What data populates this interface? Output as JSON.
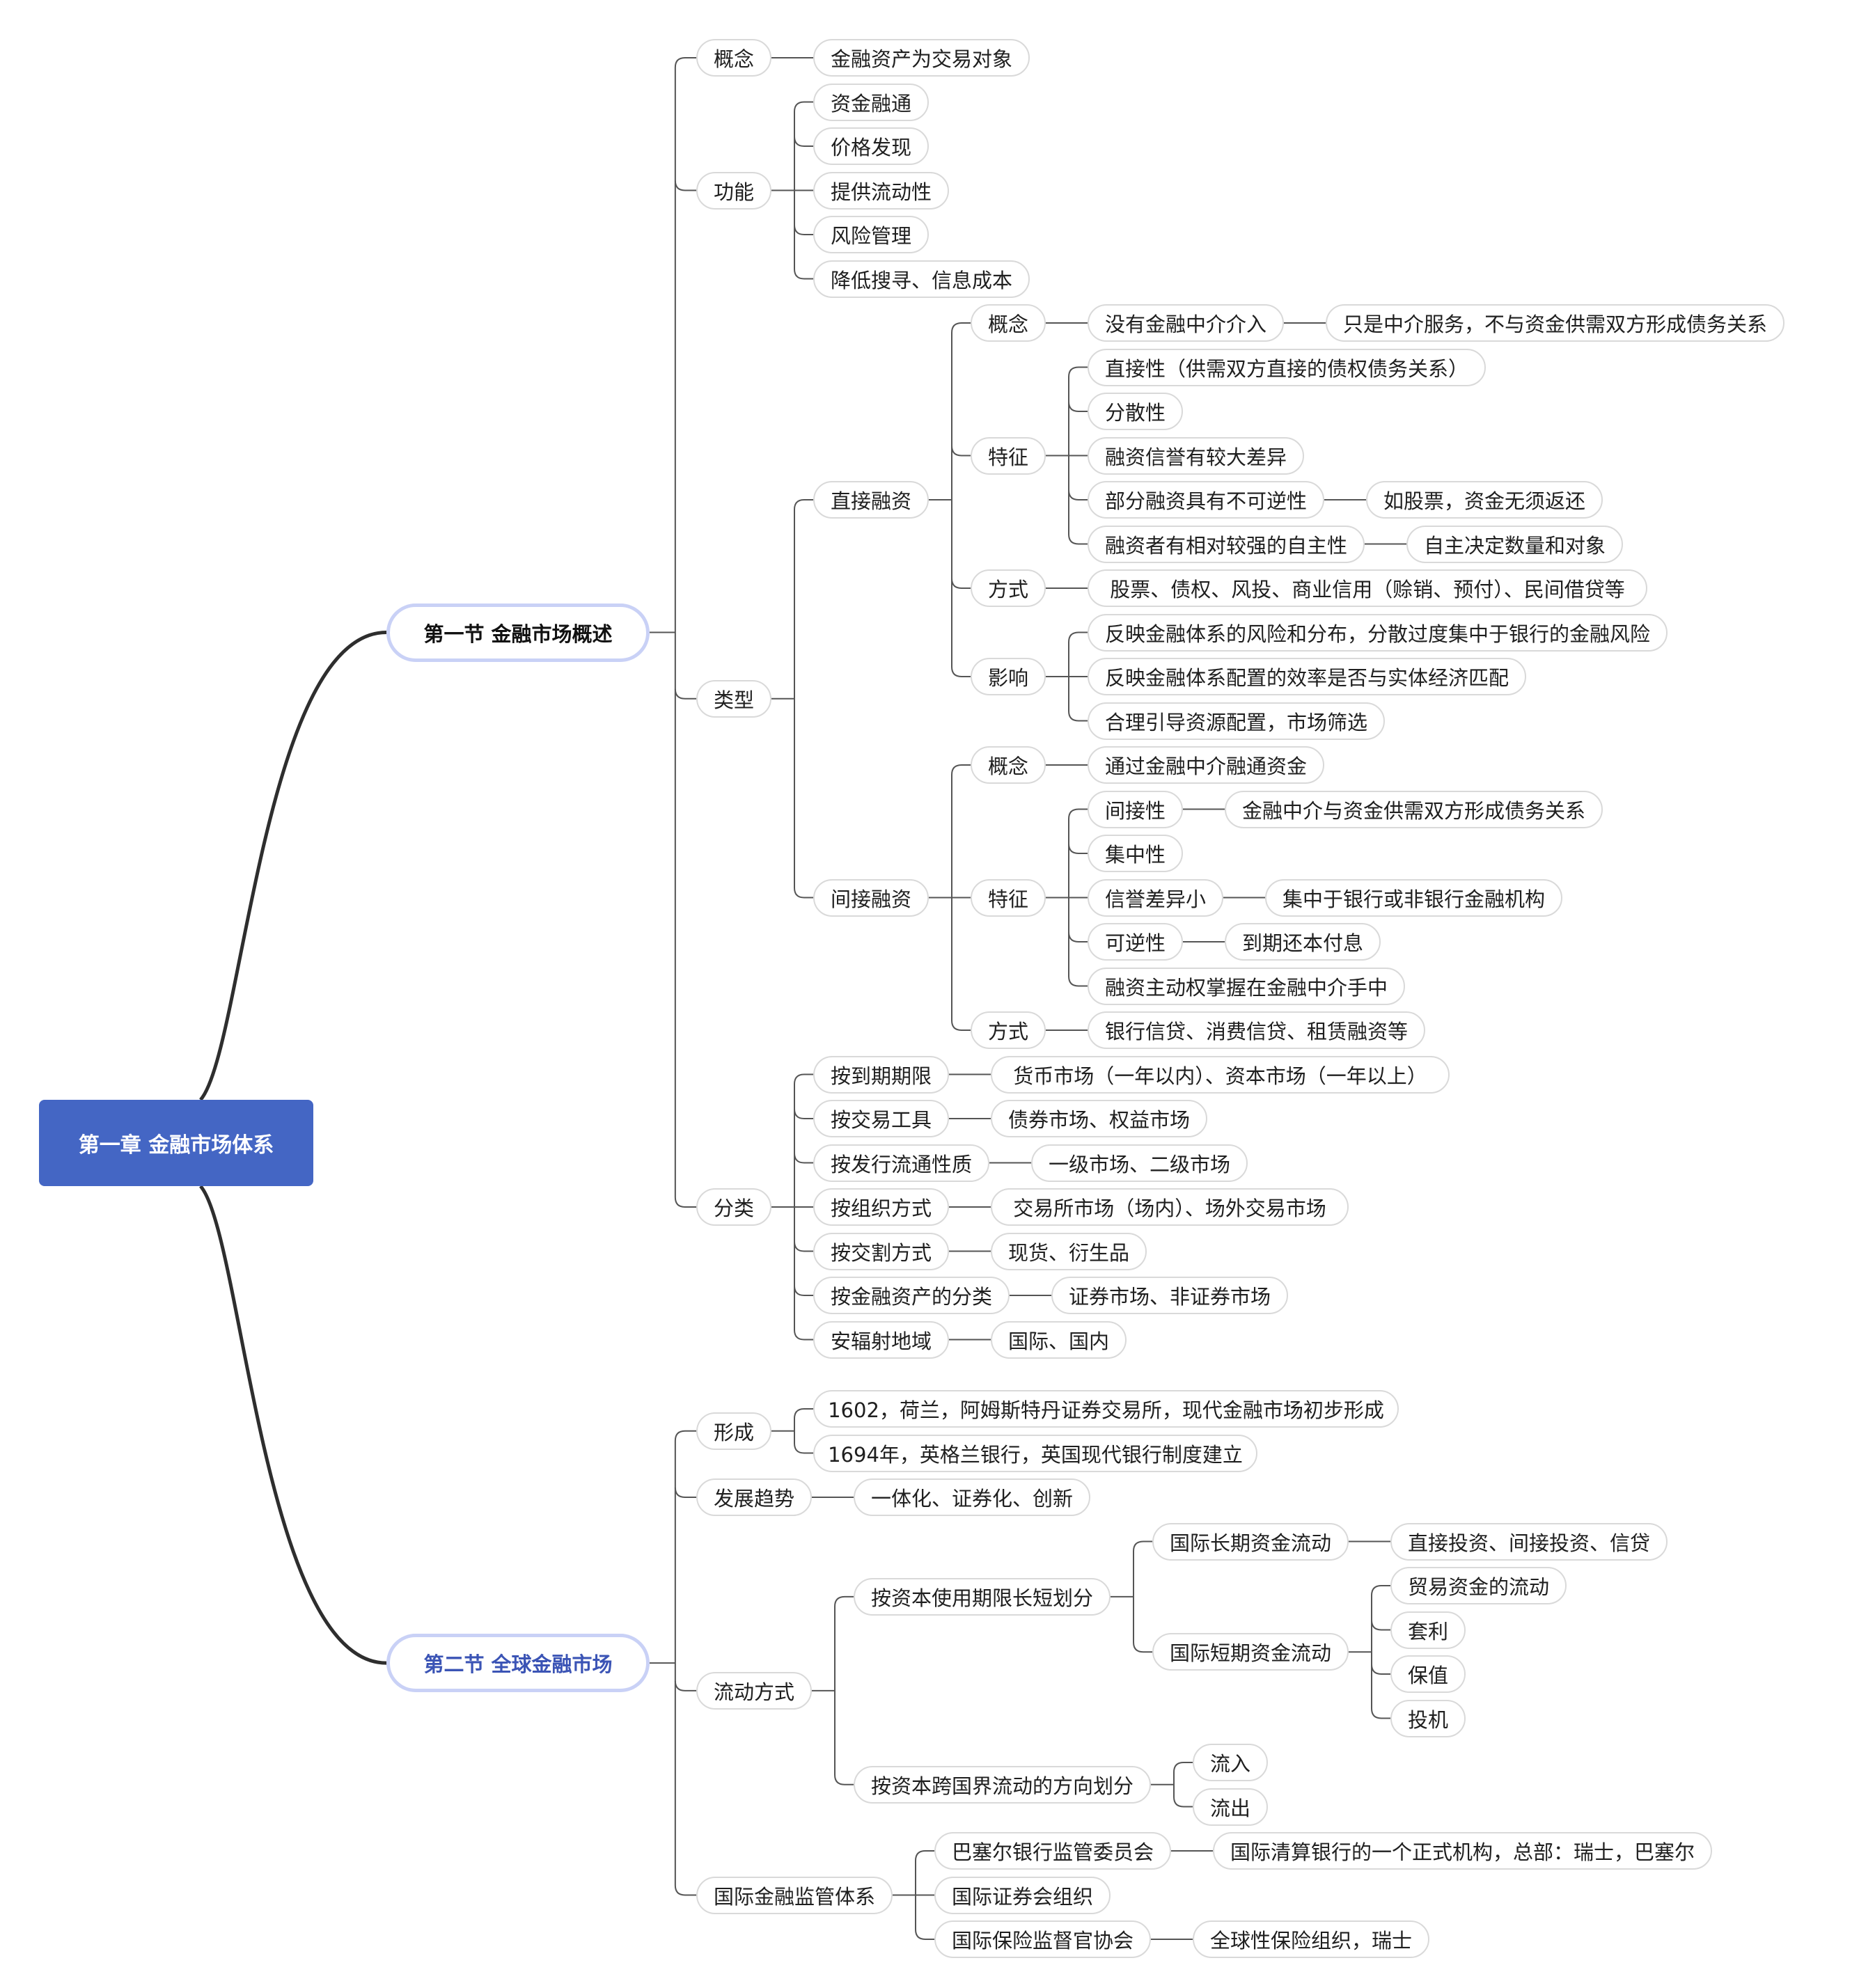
{
  "colors": {
    "root_fill": "#4466c4",
    "section_border": "#c9d1f6",
    "section2_text": "#3b54b5",
    "line": "#555555",
    "main_line": "#2e2e2e"
  },
  "mindmap": {
    "text": "第一章 金融市场体系",
    "children": [
      {
        "text": "第一节 金融市场概述",
        "children": [
          {
            "text": "概念",
            "children": [
              {
                "text": "金融资产为交易对象"
              }
            ]
          },
          {
            "text": "功能",
            "children": [
              {
                "text": "资金融通"
              },
              {
                "text": "价格发现"
              },
              {
                "text": "提供流动性"
              },
              {
                "text": "风险管理"
              },
              {
                "text": "降低搜寻、信息成本"
              }
            ]
          },
          {
            "text": "类型",
            "children": [
              {
                "text": "直接融资",
                "children": [
                  {
                    "text": "概念",
                    "children": [
                      {
                        "text": "没有金融中介介入",
                        "children": [
                          {
                            "text": "只是中介服务，不与资金供需双方形成债务关系"
                          }
                        ]
                      }
                    ]
                  },
                  {
                    "text": "特征",
                    "children": [
                      {
                        "text": "直接性（供需双方直接的债权债务关系）"
                      },
                      {
                        "text": "分散性"
                      },
                      {
                        "text": "融资信誉有较大差异"
                      },
                      {
                        "text": "部分融资具有不可逆性",
                        "children": [
                          {
                            "text": "如股票，资金无须返还"
                          }
                        ]
                      },
                      {
                        "text": "融资者有相对较强的自主性",
                        "children": [
                          {
                            "text": "自主决定数量和对象"
                          }
                        ]
                      }
                    ]
                  },
                  {
                    "text": "方式",
                    "children": [
                      {
                        "text": "股票、债权、风投、商业信用（赊销、预付）、民间借贷等"
                      }
                    ]
                  },
                  {
                    "text": "影响",
                    "children": [
                      {
                        "text": "反映金融体系的风险和分布，分散过度集中于银行的金融风险"
                      },
                      {
                        "text": "反映金融体系配置的效率是否与实体经济匹配"
                      },
                      {
                        "text": "合理引导资源配置，市场筛选"
                      }
                    ]
                  }
                ]
              },
              {
                "text": "间接融资",
                "children": [
                  {
                    "text": "概念",
                    "children": [
                      {
                        "text": "通过金融中介融通资金"
                      }
                    ]
                  },
                  {
                    "text": "特征",
                    "children": [
                      {
                        "text": "间接性",
                        "children": [
                          {
                            "text": "金融中介与资金供需双方形成债务关系"
                          }
                        ]
                      },
                      {
                        "text": "集中性"
                      },
                      {
                        "text": "信誉差异小",
                        "children": [
                          {
                            "text": "集中于银行或非银行金融机构"
                          }
                        ]
                      },
                      {
                        "text": "可逆性",
                        "children": [
                          {
                            "text": "到期还本付息"
                          }
                        ]
                      },
                      {
                        "text": "融资主动权掌握在金融中介手中"
                      }
                    ]
                  },
                  {
                    "text": "方式",
                    "children": [
                      {
                        "text": "银行信贷、消费信贷、租赁融资等"
                      }
                    ]
                  }
                ]
              }
            ]
          },
          {
            "text": "分类",
            "children": [
              {
                "text": "按到期期限",
                "children": [
                  {
                    "text": "货币市场（一年以内）、资本市场（一年以上）"
                  }
                ]
              },
              {
                "text": "按交易工具",
                "children": [
                  {
                    "text": "债券市场、权益市场"
                  }
                ]
              },
              {
                "text": "按发行流通性质",
                "children": [
                  {
                    "text": "一级市场、二级市场"
                  }
                ]
              },
              {
                "text": "按组织方式",
                "children": [
                  {
                    "text": "交易所市场（场内）、场外交易市场"
                  }
                ]
              },
              {
                "text": "按交割方式",
                "children": [
                  {
                    "text": "现货、衍生品"
                  }
                ]
              },
              {
                "text": "按金融资产的分类",
                "children": [
                  {
                    "text": "证券市场、非证券市场"
                  }
                ]
              },
              {
                "text": "安辐射地域",
                "children": [
                  {
                    "text": "国际、国内"
                  }
                ]
              }
            ]
          }
        ]
      },
      {
        "text": "第二节 全球金融市场",
        "children": [
          {
            "text": "形成",
            "children": [
              {
                "text": "1602，荷兰，阿姆斯特丹证券交易所，现代金融市场初步形成"
              },
              {
                "text": "1694年，英格兰银行，英国现代银行制度建立"
              }
            ]
          },
          {
            "text": "发展趋势",
            "children": [
              {
                "text": "一体化、证券化、创新"
              }
            ]
          },
          {
            "text": "流动方式",
            "children": [
              {
                "text": "按资本使用期限长短划分",
                "children": [
                  {
                    "text": "国际长期资金流动",
                    "children": [
                      {
                        "text": "直接投资、间接投资、信贷"
                      }
                    ]
                  },
                  {
                    "text": "国际短期资金流动",
                    "children": [
                      {
                        "text": "贸易资金的流动"
                      },
                      {
                        "text": "套利"
                      },
                      {
                        "text": "保值"
                      },
                      {
                        "text": "投机"
                      }
                    ]
                  }
                ]
              },
              {
                "text": "按资本跨国界流动的方向划分",
                "children": [
                  {
                    "text": "流入"
                  },
                  {
                    "text": "流出"
                  }
                ]
              }
            ]
          },
          {
            "text": "国际金融监管体系",
            "children": [
              {
                "text": "巴塞尔银行监管委员会",
                "children": [
                  {
                    "text": "国际清算银行的一个正式机构，总部：瑞士，巴塞尔"
                  }
                ]
              },
              {
                "text": "国际证券会组织"
              },
              {
                "text": "国际保险监督官协会",
                "children": [
                  {
                    "text": "全球性保险组织，瑞士"
                  }
                ]
              }
            ]
          }
        ]
      }
    ]
  }
}
